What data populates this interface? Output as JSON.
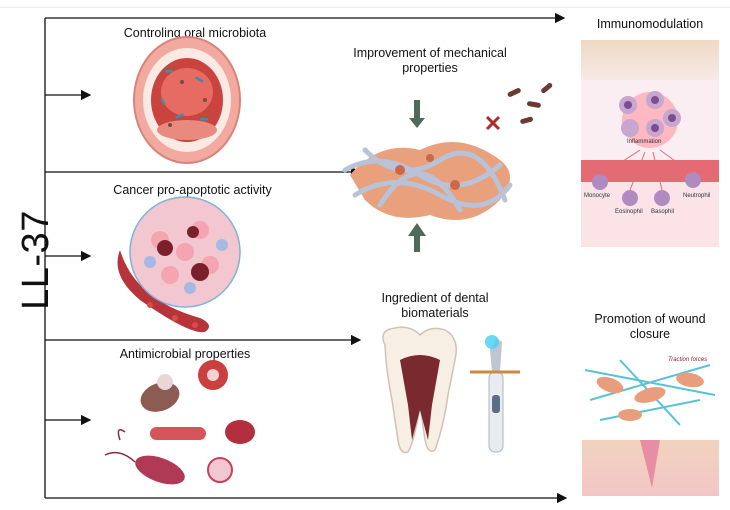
{
  "main_label": "LL-37",
  "labels": {
    "oral_microbiota": "Controling oral microbiota",
    "cancer": "Cancer pro-apoptotic activity",
    "antimicrobial": "Antimicrobial properties",
    "mechanical": "Improvement of mechanical properties",
    "dental": "Ingredient of dental biomaterials",
    "immunomodulation": "Immunomodulation",
    "wound": "Promotion of wound closure"
  },
  "immuno_panel": {
    "inflammation": "Inflammation",
    "cells": [
      "Monocyte",
      "Eosinophil",
      "Basophil",
      "Neutrophil"
    ]
  },
  "wound_panel": {
    "traction": "Traction forces"
  }
}
